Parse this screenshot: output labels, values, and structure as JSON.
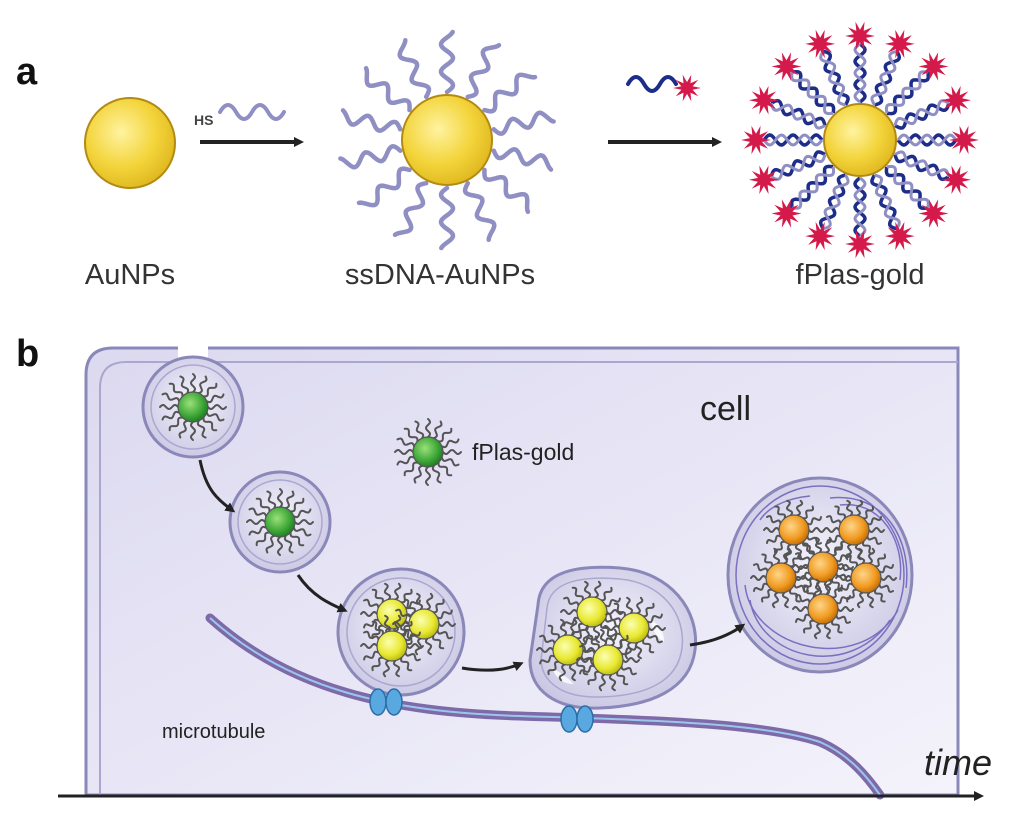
{
  "panels": {
    "a": {
      "letter": "a",
      "labels": [
        "AuNPs",
        "ssDNA-AuNPs",
        "fPlas-gold"
      ],
      "reagent": "HS"
    },
    "b": {
      "letter": "b",
      "cell_label": "cell",
      "legend_label": "fPlas-gold",
      "track_label": "microtubule",
      "axis_label": "time"
    }
  },
  "colors": {
    "gold": "#f3d43a",
    "gold_edge": "#b38a12",
    "ssdna": "#8f8fc4",
    "dsdna": "#1d2d8a",
    "fluorophore": "#d41a4a",
    "cell_fill": "#e6e4f4",
    "membrane": "#8a88b8",
    "tubule": "#7e6aa8",
    "motor": "#5aa8e0",
    "green_np": "#3ea838",
    "yellow_np": "#e8e830",
    "orange_np": "#f09a20"
  }
}
